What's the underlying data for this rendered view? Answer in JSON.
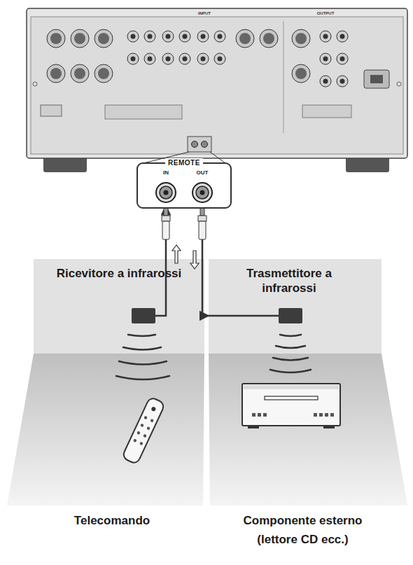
{
  "diagram": {
    "nodes": [
      {
        "text": [
          "REMOTE"
        ]
      },
      {
        "text": [
          "IN"
        ],
        "in": 0
      },
      {
        "text": [
          "OUT"
        ],
        "in": 0
      },
      {
        "text": [
          "Ricevitore a infrarossi"
        ]
      },
      {
        "text": [
          "Trasmettitore a infrarossi"
        ]
      }
    ],
    "edges": [
      {
        "from": 3,
        "to": 1,
        "arrow": "to"
      },
      {
        "from": 2,
        "to": 4,
        "arrow": "to"
      }
    ],
    "labels": [
      "INPUT",
      "OUTPUT",
      "Telecomando",
      "Componente esterno (lettore CD ecc.)"
    ]
  }
}
